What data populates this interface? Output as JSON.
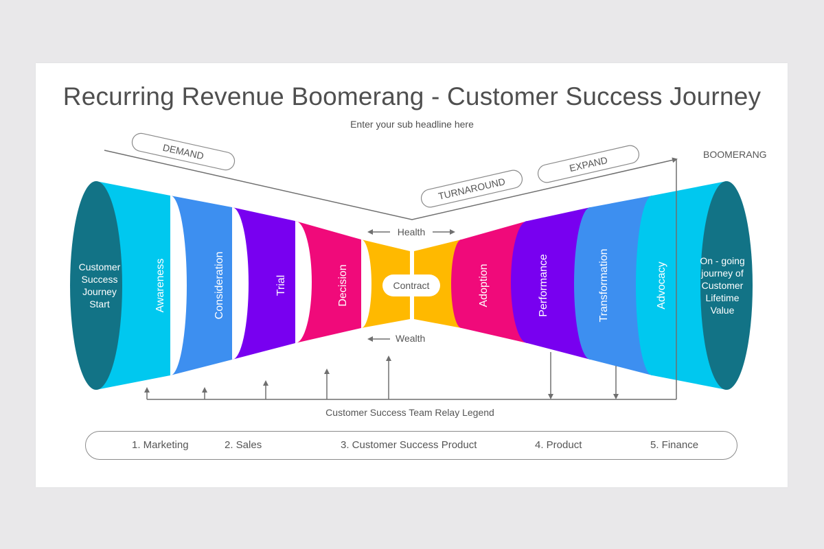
{
  "title": "Recurring Revenue Boomerang - Customer Success Journey",
  "subtitle": "Enter your sub headline here",
  "labels": {
    "demand": "DEMAND",
    "turnaround": "TURNAROUND",
    "expand": "EXPAND",
    "boomerang": "BOOMERANG",
    "health": "Health",
    "wealth": "Wealth",
    "contract": "Contract",
    "relay_legend": "Customer Success Team Relay Legend"
  },
  "start_label": [
    "Customer",
    "Success",
    "Journey",
    "Start"
  ],
  "end_label": [
    "On - going",
    "journey of",
    "Customer",
    "Lifetime",
    "Value"
  ],
  "left_stages": [
    {
      "label": "Awareness",
      "color": "#00c8ef"
    },
    {
      "label": "Consideration",
      "color": "#3d8ff0"
    },
    {
      "label": "Trial",
      "color": "#7800f0"
    },
    {
      "label": "Decision",
      "color": "#f00a7a"
    }
  ],
  "right_stages": [
    {
      "label": "Adoption",
      "color": "#f00a7a"
    },
    {
      "label": "Performance",
      "color": "#7800f0"
    },
    {
      "label": "Transformation",
      "color": "#3d8ff0"
    },
    {
      "label": "Advocacy",
      "color": "#00c8ef"
    }
  ],
  "colors": {
    "cap": "#127386",
    "contract": "#ffb900",
    "line": "#6f6f6f"
  },
  "legend": [
    "1. Marketing",
    "2. Sales",
    "3. Customer Success Product",
    "4. Product",
    "5. Finance"
  ]
}
